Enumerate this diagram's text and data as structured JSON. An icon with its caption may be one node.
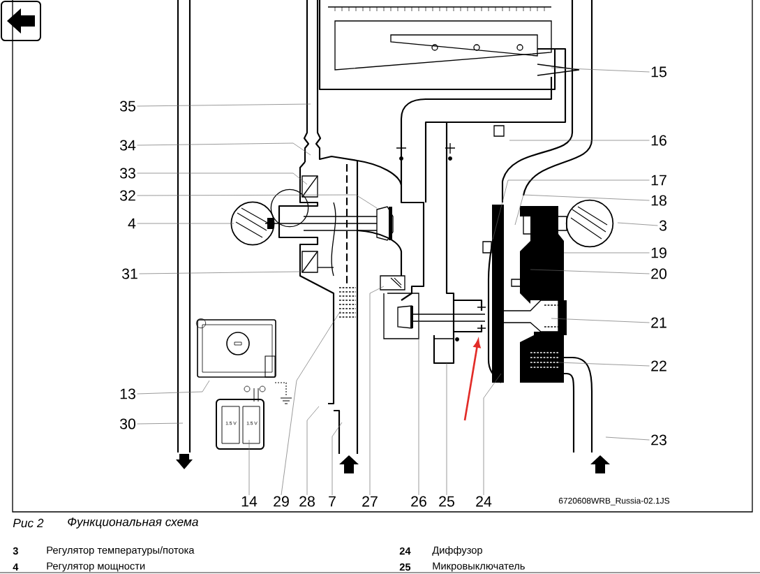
{
  "diagram": {
    "caption": "Функциональная схема",
    "nodes": [
      {
        "text": [
          "15"
        ]
      },
      {
        "text": [
          "35"
        ]
      },
      {
        "text": [
          "16"
        ]
      },
      {
        "text": [
          "34"
        ]
      },
      {
        "text": [
          "33"
        ]
      },
      {
        "text": [
          "17"
        ]
      },
      {
        "text": [
          "32"
        ]
      },
      {
        "text": [
          "18"
        ]
      },
      {
        "text": [
          "4"
        ]
      },
      {
        "text": [
          "3"
        ]
      },
      {
        "text": [
          "19"
        ]
      },
      {
        "text": [
          "31"
        ]
      },
      {
        "text": [
          "20"
        ]
      },
      {
        "text": [
          "21"
        ]
      },
      {
        "text": [
          "22"
        ]
      },
      {
        "text": [
          "13"
        ]
      },
      {
        "text": [
          "30"
        ]
      },
      {
        "text": [
          "23"
        ]
      },
      {
        "text": [
          "14"
        ]
      },
      {
        "text": [
          "29"
        ]
      },
      {
        "text": [
          "28"
        ]
      },
      {
        "text": [
          "7"
        ]
      },
      {
        "text": [
          "27"
        ]
      },
      {
        "text": [
          "26"
        ]
      },
      {
        "text": [
          "25"
        ]
      },
      {
        "text": [
          "24"
        ]
      }
    ],
    "edges": [
      {
        "from": 0,
        "to": null,
        "arrow": "none"
      },
      {
        "from": 1,
        "to": null,
        "arrow": "none"
      },
      {
        "from": 2,
        "to": null,
        "arrow": "none"
      },
      {
        "from": 3,
        "to": null,
        "arrow": "none"
      },
      {
        "from": 4,
        "to": null,
        "arrow": "none"
      },
      {
        "from": 5,
        "to": null,
        "arrow": "none"
      },
      {
        "from": 6,
        "to": null,
        "arrow": "none"
      },
      {
        "from": 7,
        "to": null,
        "arrow": "none"
      },
      {
        "from": 8,
        "to": null,
        "arrow": "none"
      },
      {
        "from": 9,
        "to": null,
        "arrow": "none"
      },
      {
        "from": 10,
        "to": null,
        "arrow": "none"
      },
      {
        "from": 11,
        "to": null,
        "arrow": "none"
      },
      {
        "from": 12,
        "to": null,
        "arrow": "none"
      },
      {
        "from": 13,
        "to": null,
        "arrow": "none"
      },
      {
        "from": 14,
        "to": null,
        "arrow": "none"
      },
      {
        "from": 15,
        "to": null,
        "arrow": "none"
      },
      {
        "from": 16,
        "to": null,
        "arrow": "none"
      },
      {
        "from": 17,
        "to": null,
        "arrow": "none"
      },
      {
        "from": 18,
        "to": null,
        "arrow": "none"
      },
      {
        "from": 19,
        "to": null,
        "arrow": "none"
      },
      {
        "from": 20,
        "to": null,
        "arrow": "none"
      },
      {
        "from": 21,
        "to": null,
        "arrow": "none"
      },
      {
        "from": 22,
        "to": null,
        "arrow": "none"
      },
      {
        "from": 23,
        "to": null,
        "arrow": "none"
      },
      {
        "from": 24,
        "to": null,
        "arrow": "none"
      },
      {
        "from": 25,
        "to": null,
        "arrow": "none"
      }
    ],
    "labels": [
      "1.5 V",
      "1.5 V",
      "6720608WRB_Russia-02.1JS",
      "Рис 2",
      "3",
      "Регулятор температуры/потока",
      "24",
      "Диффузор",
      "4",
      "Регулятор мощности",
      "25",
      "Микровыключатель"
    ]
  }
}
